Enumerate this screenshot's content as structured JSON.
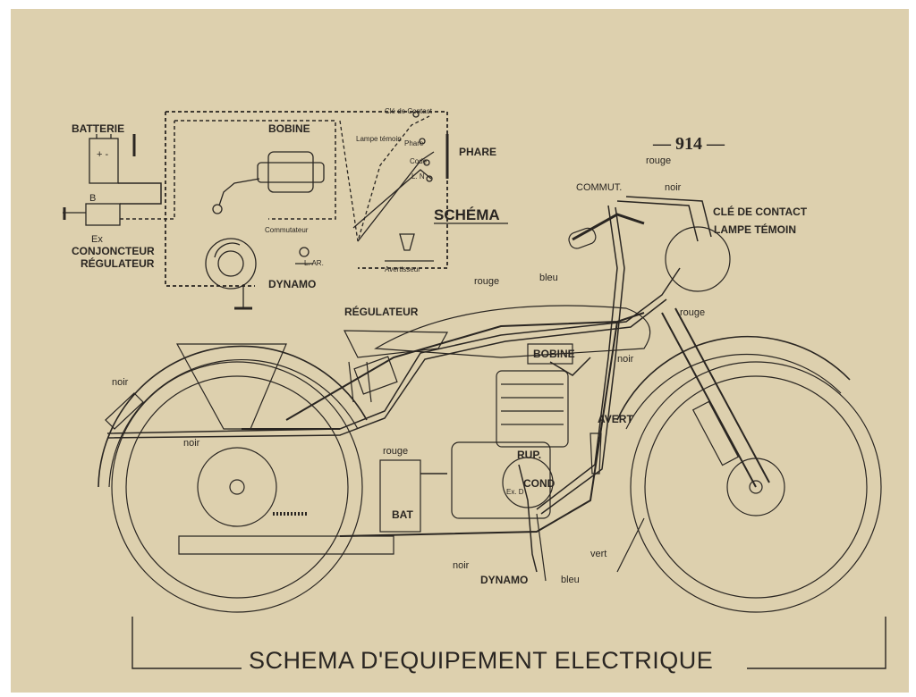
{
  "page_number": "— 914 —",
  "caption": "SCHEMA D'EQUIPEMENT ELECTRIQUE",
  "colors": {
    "paper": "#ddd0ae",
    "ink": "#2a2622",
    "white": "#ffffff"
  },
  "schema": {
    "title": "SCHÉMA",
    "batterie": "BATTERIE",
    "bobine": "BOBINE",
    "b": "B",
    "ex": "Ex",
    "conjoncteur": "CONJONCTEUR",
    "regulateur": "RÉGULATEUR",
    "dynamo": "DYNAMO",
    "cle_de_contact": "Clé de Contact",
    "lampe_temoin": "Lampe témoin",
    "phare": "Phare",
    "code": "Code",
    "ln": "L. N",
    "phare_label": "PHARE",
    "commutateur": "Commutateur",
    "l_ar": "L. AR.",
    "avertisseur": "Avertisseur"
  },
  "bike": {
    "commut": "COMMUT.",
    "rouge_top": "rouge",
    "noir_top": "noir",
    "cle_de_contact": "CLÉ DE CONTACT",
    "lampe_temoin": "LAMPE TÉMOIN",
    "rouge_right": "rouge",
    "rouge_mid": "rouge",
    "bleu_mid": "bleu",
    "regulateur": "RÉGULATEUR",
    "bobine": "BOBINE",
    "noir_bobine": "noir",
    "noir_rear": "noir",
    "noir_frame": "noir",
    "avert": "AVERT",
    "rouge_bat": "rouge",
    "bat": "BAT",
    "rup": "RUP.",
    "cond": "COND",
    "ex_d": "Ex. D",
    "vert": "vert",
    "noir_bottom": "noir",
    "dynamo": "DYNAMO",
    "bleu_bottom": "bleu"
  }
}
